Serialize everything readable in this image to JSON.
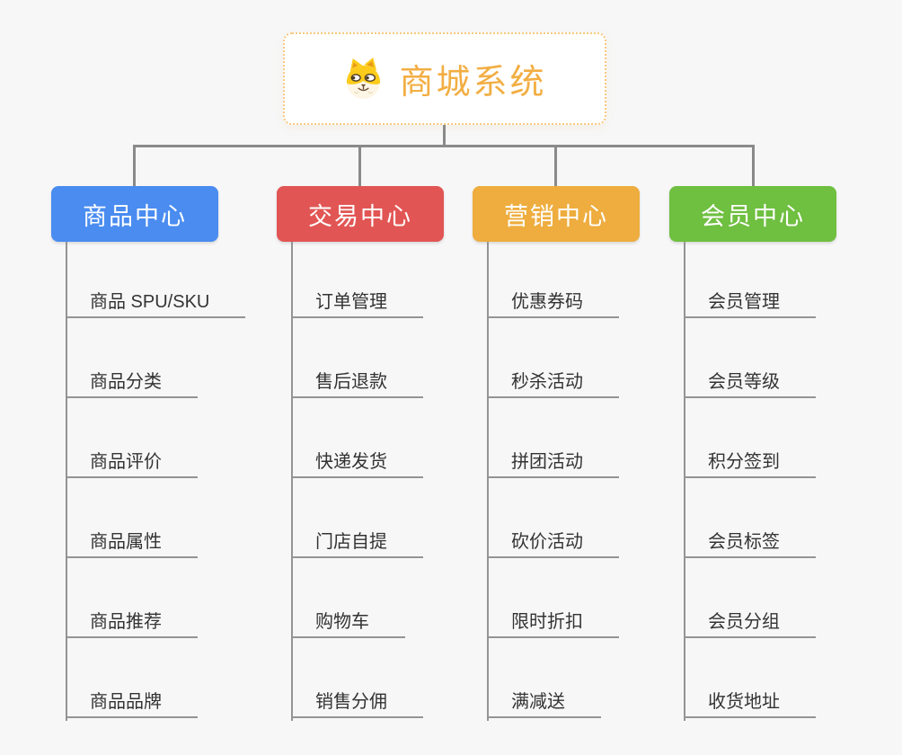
{
  "canvas": {
    "background": "#f7f7f7",
    "connector_color": "#8a8a8a",
    "underline_color": "#949494"
  },
  "root": {
    "title": "商城系统",
    "icon": "dog-face-icon",
    "text_color": "#f2ae43",
    "border_color": "#f6c87f"
  },
  "branches": [
    {
      "label": "商品中心",
      "color": "#4a8cf0",
      "children": [
        "商品 SPU/SKU",
        "商品分类",
        "商品评价",
        "商品属性",
        "商品推荐",
        "商品品牌"
      ]
    },
    {
      "label": "交易中心",
      "color": "#e15654",
      "children": [
        "订单管理",
        "售后退款",
        "快递发货",
        "门店自提",
        "购物车",
        "销售分佣"
      ]
    },
    {
      "label": "营销中心",
      "color": "#eead3e",
      "children": [
        "优惠券码",
        "秒杀活动",
        "拼团活动",
        "砍价活动",
        "限时折扣",
        "满减送"
      ]
    },
    {
      "label": "会员中心",
      "color": "#6fbf40",
      "children": [
        "会员管理",
        "会员等级",
        "积分签到",
        "会员标签",
        "会员分组",
        "收货地址"
      ]
    }
  ]
}
